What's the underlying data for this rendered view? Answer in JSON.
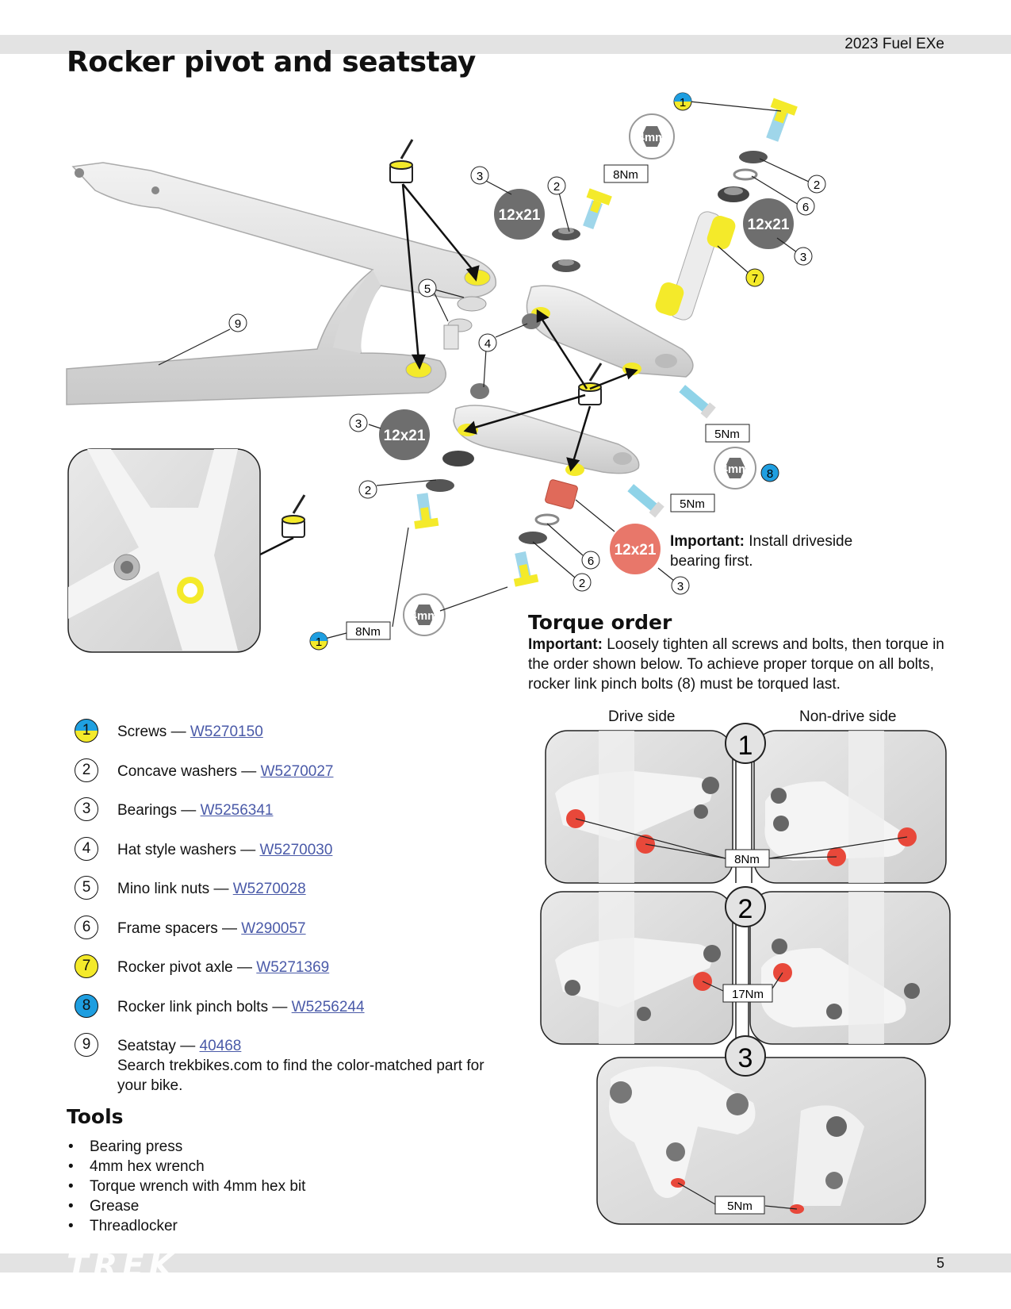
{
  "header": {
    "model": "2023 Fuel EXe",
    "title": "Rocker pivot and seatstay"
  },
  "diagram": {
    "bearing_size": "12x21",
    "hex_size": "4mm",
    "torque_8": "8Nm",
    "torque_5": "5Nm",
    "torque_17": "17Nm",
    "callouts": [
      "1",
      "2",
      "3",
      "4",
      "5",
      "6",
      "7",
      "8",
      "9"
    ],
    "important_label": "Important:",
    "important_text": "Install driveside bearing first.",
    "colors": {
      "bearing": "#6e6e6e",
      "bearing_driveside": "#e8776a",
      "grease": "#f4ea2a",
      "blue": "#1e9ee0",
      "bolt_red": "#e8483a"
    }
  },
  "parts": [
    {
      "num": "1",
      "label": "Screws —",
      "code": "W5270150",
      "style": "split"
    },
    {
      "num": "2",
      "label": "Concave washers —",
      "code": "W5270027",
      "style": "plain"
    },
    {
      "num": "3",
      "label": "Bearings —",
      "code": "W5256341",
      "style": "plain"
    },
    {
      "num": "4",
      "label": "Hat style washers —",
      "code": "W5270030",
      "style": "plain"
    },
    {
      "num": "5",
      "label": "Mino link nuts —",
      "code": "W5270028",
      "style": "plain"
    },
    {
      "num": "6",
      "label": "Frame spacers —",
      "code": "W290057",
      "style": "plain"
    },
    {
      "num": "7",
      "label": "Rocker pivot axle —",
      "code": "W5271369",
      "style": "yellow"
    },
    {
      "num": "8",
      "label": "Rocker link pinch bolts —",
      "code": "W5256244",
      "style": "blue"
    },
    {
      "num": "9",
      "label": "Seatstay —",
      "code": "40468",
      "style": "plain",
      "note": "Search trekbikes.com to find the color-matched part for your bike."
    }
  ],
  "tools": {
    "heading": "Tools",
    "items": [
      "Bearing press",
      "4mm hex wrench",
      "Torque wrench with 4mm hex bit",
      "Grease",
      "Threadlocker"
    ]
  },
  "torque_order": {
    "heading": "Torque order",
    "important_label": "Important:",
    "text": "Loosely tighten all screws and bolts, then torque in the order shown below. To achieve proper torque on all bolts, rocker link pinch bolts (8) must be torqued last.",
    "drive_side": "Drive side",
    "non_drive_side": "Non-drive side",
    "steps": [
      "1",
      "2",
      "3"
    ]
  },
  "footer": {
    "logo": "TREK",
    "page": "5"
  }
}
